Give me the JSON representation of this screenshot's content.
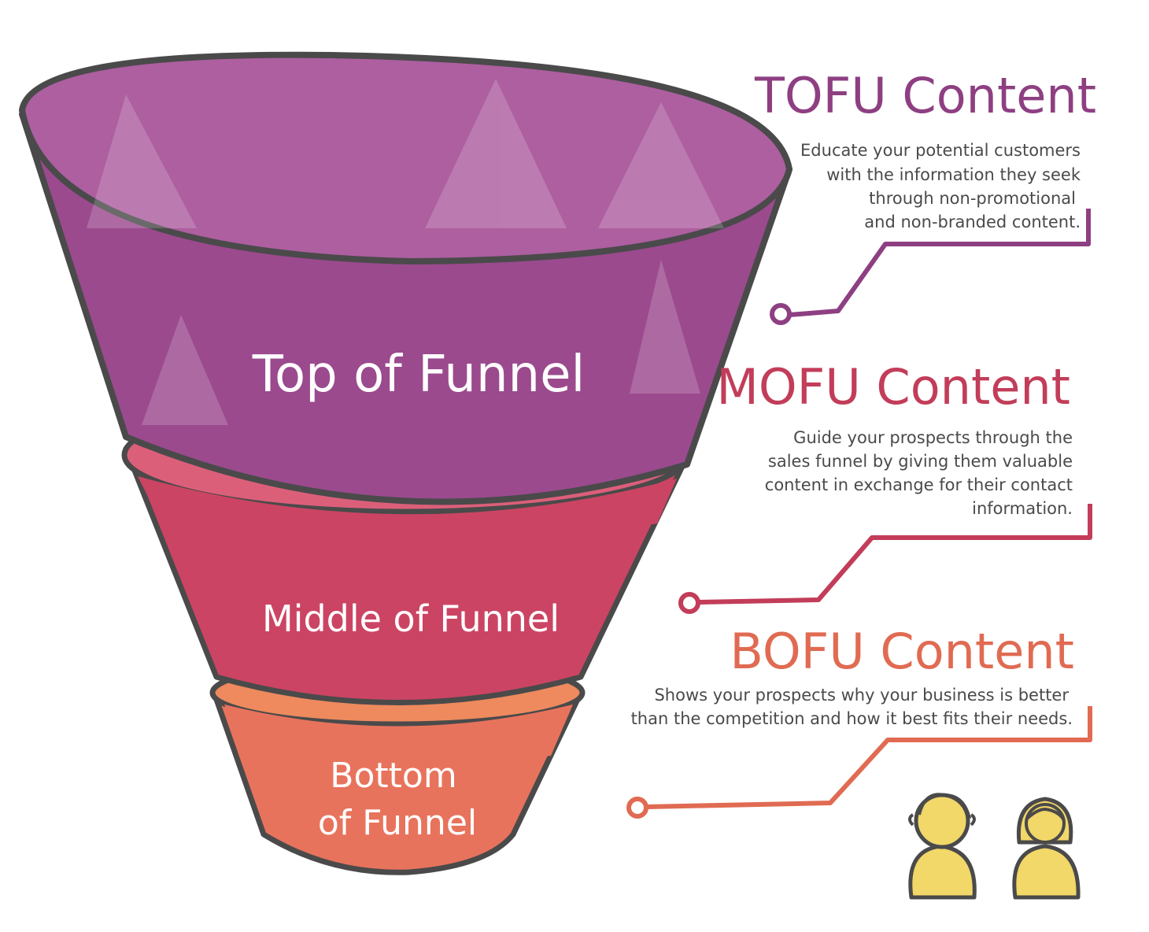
{
  "funnel": {
    "top_label": "Top of Funnel",
    "middle_label": "Middle of Funnel",
    "bottom_label_line1": "Bottom",
    "bottom_label_line2": "of Funnel"
  },
  "sections": {
    "tofu": {
      "heading": "TOFU Content",
      "lines": [
        "Educate your potential customers",
        "with the information they seek",
        "through non-promotional",
        "and non-branded content."
      ]
    },
    "mofu": {
      "heading": "MOFU Content",
      "lines": [
        "Guide your prospects through the",
        "sales funnel by giving them valuable",
        "content in exchange for their contact",
        "information."
      ]
    },
    "bofu": {
      "heading": "BOFU Content",
      "lines": [
        "Shows your prospects why your business is better",
        "than the competition and how it  best fits their needs."
      ]
    }
  },
  "colors": {
    "tofu": "#9b4a8e",
    "tofu_inner": "#ad5fa0",
    "mofu": "#cc4463",
    "mofu_rim": "#dc5f7a",
    "bofu": "#e8735c",
    "bofu_rim": "#ee8a5e",
    "outline": "#4a4a4a",
    "tofu_heading": "#8e3f82",
    "mofu_heading": "#c23d59",
    "bofu_heading": "#e06b52",
    "people": "#f2d769"
  },
  "icons": [
    "male-person-icon",
    "female-person-icon"
  ]
}
